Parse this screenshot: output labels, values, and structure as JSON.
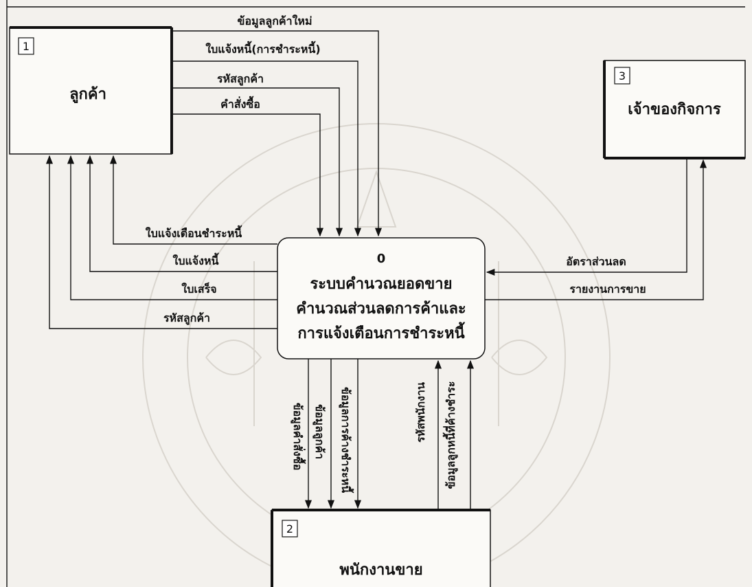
{
  "diagram": {
    "entities": {
      "customer": {
        "id": "1",
        "name": "ลูกค้า"
      },
      "staff": {
        "id": "2",
        "name": "พนักงานขาย"
      },
      "owner": {
        "id": "3",
        "name": "เจ้าของกิจการ"
      }
    },
    "process": {
      "id": "0",
      "line1": "ระบบคำนวณยอดขาย",
      "line2": "คำนวณส่วนลดการค้าและ",
      "line3": "การแจ้งเตือนการชำระหนี้"
    },
    "flows": {
      "new_customer_data": "ข้อมูลลูกค้าใหม่",
      "invoice_payment": "ใบแจ้งหนี้(การชำระหนี้)",
      "customer_code_in": "รหัสลูกค้า",
      "purchase_order": "คำสั่งซื้อ",
      "payment_reminder": "ใบแจ้งเตือนชำระหนี้",
      "invoice": "ใบแจ้งหนี้",
      "receipt": "ใบเสร็จ",
      "customer_code_out": "รหัสลูกค้า",
      "discount_rate": "อัตราส่วนลด",
      "sales_report": "รายงานการขาย",
      "order_data": "ข้อมูลคำสั่งซื้อ",
      "customer_data": "ข้อมูลลูกค้า",
      "outstanding_data": "ข้อมูลการค้างชำระหนี้",
      "staff_code": "รหัสพนักงาน",
      "owing_customer_data": "ข้อมูลลูกหนี้ที่ค้างชำระ"
    }
  }
}
